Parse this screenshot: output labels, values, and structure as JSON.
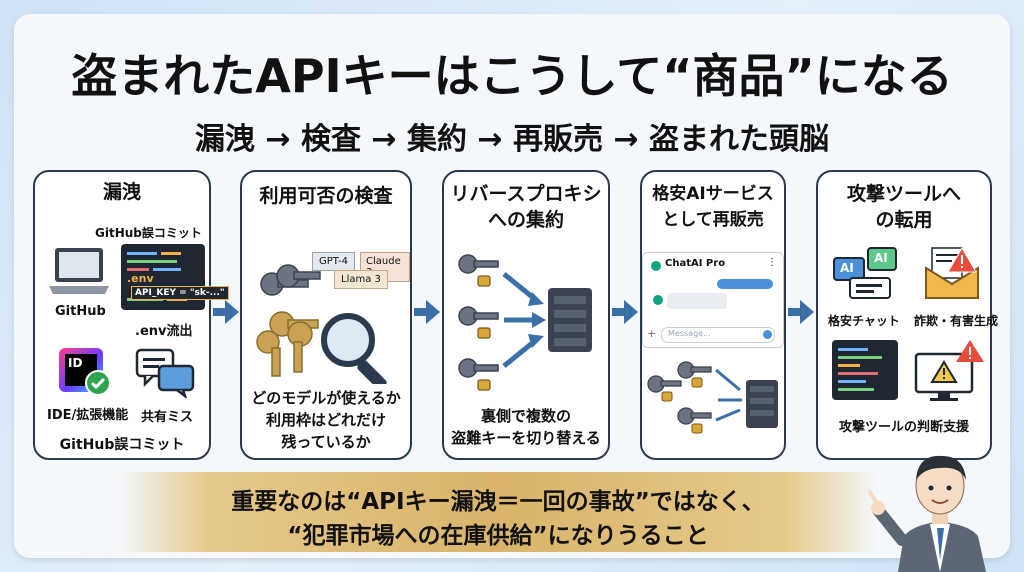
{
  "title": "盗まれたAPIキーはこうして“商品”になる",
  "subtitle": "漏洩 → 検査 → 集約 → 再販売 → 盗まれた頭脳",
  "cards": [
    {
      "title": "漏洩",
      "github_commit_label": "GitHub誤コミット",
      "env_text": ".env",
      "api_key_text": "API_KEY = \"sk-...\"",
      "github_label": "GitHub",
      "env_leak_label": ".env流出",
      "ide_label": "IDE/拡張機能",
      "shared_label": "共有ミス",
      "footer_label": "GitHub誤コミット",
      "ide_badge": "ID"
    },
    {
      "title": "利用可否の検査",
      "model_tags": [
        "GPT-4",
        "Claude 3",
        "Llama 3"
      ],
      "desc_line1": "どのモデルが使えるか",
      "desc_line2": "利用枠はどれだけ",
      "desc_line3": "残っているか"
    },
    {
      "title_line1": "リバースプロキシ",
      "title_line2": "への集約",
      "desc_line1": "裏側で複数の",
      "desc_line2": "盗難キーを切り替える"
    },
    {
      "title_line1": "格安AIサービス",
      "title_line2": "として再販売",
      "chat_app_name": "ChatAI Pro",
      "chat_placeholder": "Message..."
    },
    {
      "title_line1": "攻撃ツールへ",
      "title_line2": "の転用",
      "ai_badge": "AI",
      "cheap_chat_label": "格安チャット",
      "fraud_label": "詐欺・有害生成",
      "attack_support_label": "攻撃ツールの判断支援"
    }
  ],
  "banner": {
    "line1": "重要なのは“APIキー漏洩＝一回の事故”ではなく、",
    "line2": "“犯罪市場への在庫供給”になりうること"
  },
  "colors": {
    "card_border": "#2a3a4e",
    "arrow": "#3a6fa8",
    "banner": "#d9b46a",
    "key_gray": "#6b7480",
    "key_gold": "#c9a255"
  }
}
